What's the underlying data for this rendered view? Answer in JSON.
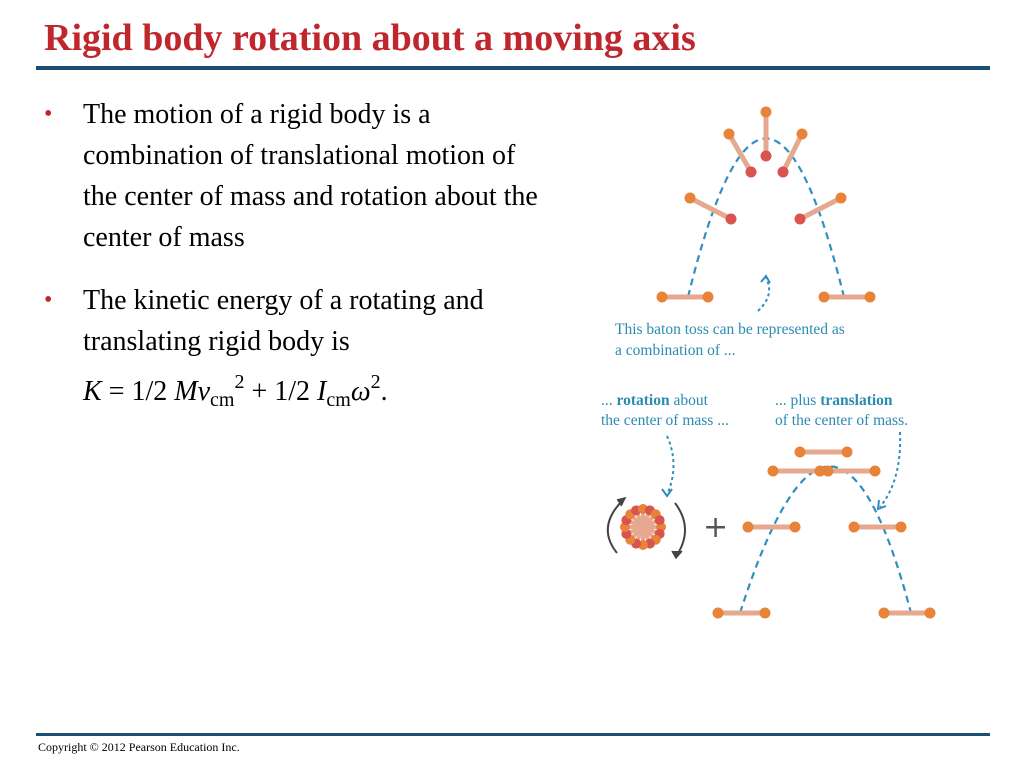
{
  "title": "Rigid body rotation about a moving axis",
  "bullets": [
    {
      "text": "The motion of a rigid body is a combination of translational motion of the center of mass and rotation about the center of mass"
    },
    {
      "text": "The kinetic energy of a rotating and translating rigid body is"
    }
  ],
  "formula": {
    "k": "K",
    "eq": " = 1/2 ",
    "mv": "Mv",
    "sub1": "cm",
    "sup1": "2",
    "plus": " + 1/2 ",
    "i": "I",
    "sub2": "cm",
    "omega": "ω",
    "sup2": "2",
    "end": "."
  },
  "diagram": {
    "caption1_line1": "This baton toss can be represented as",
    "caption1_line2": "a combination of ...",
    "caption2_line1_pre": "... ",
    "caption2_line1_bold": "rotation",
    "caption2_line1_post": " about",
    "caption2_line2": "the center of mass ...",
    "caption3_line1_pre": "... plus ",
    "caption3_line1_bold": "translation",
    "caption3_line2": "of the center of mass.",
    "plus_sign": "+"
  },
  "footer": {
    "copyright": "Copyright © 2012 Pearson Education Inc."
  },
  "colors": {
    "title": "#c0272d",
    "rule": "#1b4f72",
    "caption": "#2b8bb0",
    "trajectory": "#2f8fc0",
    "baton_ball": "#e8843a",
    "baton_rod": "#e6a98f"
  }
}
